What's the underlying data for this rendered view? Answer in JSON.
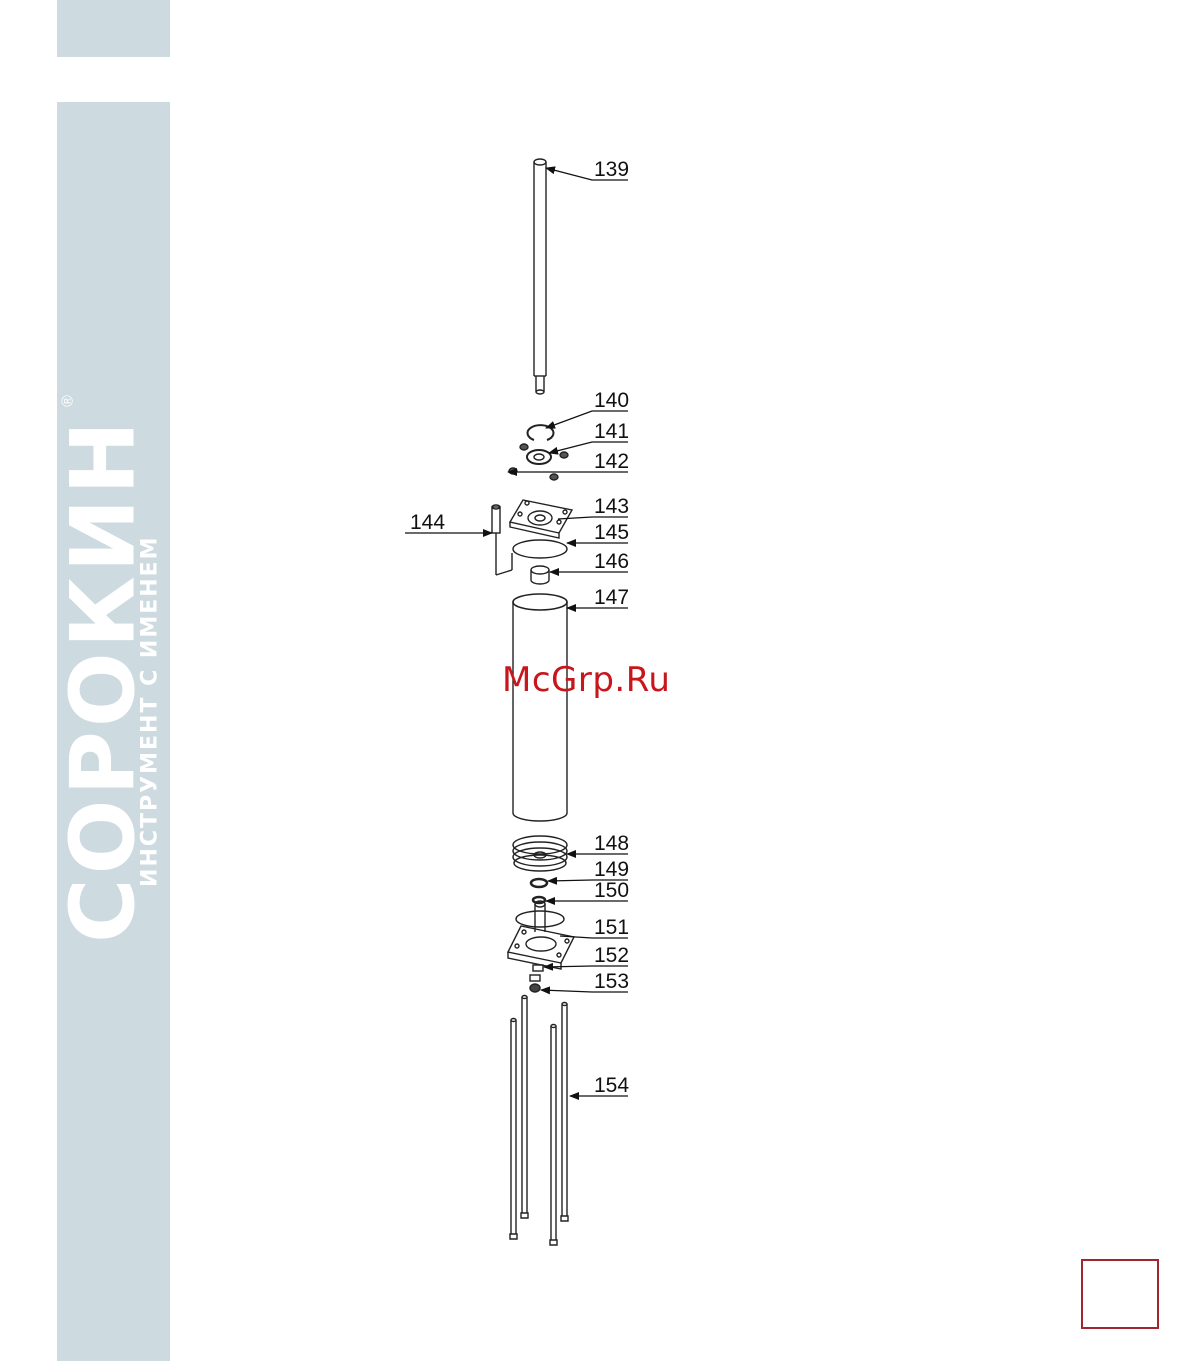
{
  "sidebar": {
    "brand_name": "СОРОКИН",
    "tagline": "ИНСТРУМЕНТ С ИМЕНЕМ",
    "registered_mark": "®",
    "background_color": "#cddbe0"
  },
  "callouts": {
    "c139": "139",
    "c140": "140",
    "c141": "141",
    "c142": "142",
    "c143": "143",
    "c144": "144",
    "c145": "145",
    "c146": "146",
    "c147": "147",
    "c148": "148",
    "c149": "149",
    "c150": "150",
    "c151": "151",
    "c152": "152",
    "c153": "153",
    "c154": "154"
  },
  "watermark": "McGrp.Ru",
  "colors": {
    "watermark": "#c8161d",
    "page_box_border": "#a0272d"
  }
}
